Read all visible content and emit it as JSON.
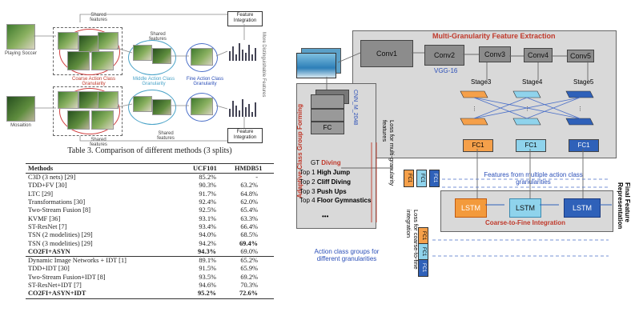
{
  "left_figure": {
    "top_action": "Playing Soccer",
    "bottom_action": "Mosaition",
    "shared_top": "Shared features",
    "shared_bottom": "Shared features",
    "shared_mid": "Shared features",
    "shared_mid2": "Shared features",
    "coarse_label": "Coarse Action Class Granularity",
    "middle_label": "Middle Action Class Granularity",
    "fine_label": "Fine Action Class Granularity",
    "feature_integration_top": "Feature Integration",
    "feature_integration_bottom": "Feature Integration",
    "vertical_label": "More Distinguishable Features"
  },
  "table": {
    "caption": "Table 3. Comparison of different methods (3 splits)",
    "headers": [
      "Methods",
      "UCF101",
      "HMDB51"
    ],
    "rows": [
      {
        "method": "C3D (3 nets) [29]",
        "ucf": "85.2%",
        "hmdb": "-",
        "sep": true,
        "bold": false
      },
      {
        "method": "TDD+FV [30]",
        "ucf": "90.3%",
        "hmdb": "63.2%",
        "sep": false,
        "bold": false
      },
      {
        "method": "LTC [29]",
        "ucf": "91.7%",
        "hmdb": "64.8%",
        "sep": false,
        "bold": false
      },
      {
        "method": "Transformations [30]",
        "ucf": "92.4%",
        "hmdb": "62.0%",
        "sep": false,
        "bold": false
      },
      {
        "method": "Two-Stream Fusion [8]",
        "ucf": "92.5%",
        "hmdb": "65.4%",
        "sep": false,
        "bold": false
      },
      {
        "method": "KVMF [36]",
        "ucf": "93.1%",
        "hmdb": "63.3%",
        "sep": false,
        "bold": false
      },
      {
        "method": "ST-ResNet [7]",
        "ucf": "93.4%",
        "hmdb": "66.4%",
        "sep": false,
        "bold": false
      },
      {
        "method": "TSN (2 modelities) [29]",
        "ucf": "94.0%",
        "hmdb": "68.5%",
        "sep": false,
        "bold": false
      },
      {
        "method": "TSN (3 modelities) [29]",
        "ucf": "94.2%",
        "hmdb": "69.4%",
        "sep": false,
        "bold": false,
        "hmdb_bold": true
      },
      {
        "method": "CO2FI+ASYN",
        "ucf": "94.3%",
        "hmdb": "69.0%",
        "sep": false,
        "bold": true,
        "ucf_bold": true
      },
      {
        "method": "Dynamic Image Networks + IDT [1]",
        "ucf": "89.1%",
        "hmdb": "65.2%",
        "sep": true,
        "bold": false
      },
      {
        "method": "TDD+IDT [30]",
        "ucf": "91.5%",
        "hmdb": "65.9%",
        "sep": false,
        "bold": false
      },
      {
        "method": "Two-Stream Fusion+IDT [8]",
        "ucf": "93.5%",
        "hmdb": "69.2%",
        "sep": false,
        "bold": false
      },
      {
        "method": "ST-ResNet+IDT [7]",
        "ucf": "94.6%",
        "hmdb": "70.3%",
        "sep": false,
        "bold": false
      },
      {
        "method": "CO2FI+ASYN+IDT",
        "ucf": "95.2%",
        "hmdb": "72.6%",
        "sep": false,
        "bold": true,
        "ucf_bold": true,
        "hmdb_bold": true
      }
    ]
  },
  "diagram": {
    "mgfe_title": "Multi-Granularity Feature Extraction",
    "conv1": "Conv1",
    "conv2": "Conv2",
    "conv3": "Conv3",
    "conv4": "Conv4",
    "conv5": "Conv5",
    "vgg": "VGG-16",
    "stage3": "Stage3",
    "stage4": "Stage4",
    "stage5": "Stage5",
    "fc1": "FC1",
    "acgf_title": "Adaptive Class Group Forming",
    "cnn_label": "CNN_M_2048",
    "fc": "FC",
    "gt_label": "GT",
    "gt_value": "Diving",
    "top1": "Top 1",
    "top1_v": "High Jump",
    "top2": "Top 2",
    "top2_v": "Cliff Diving",
    "top3": "Top 3",
    "top3_v": "Push Ups",
    "top4": "Top 4",
    "top4_v": "Floor Gymnastics",
    "dots": "•••",
    "loss_multi": "Loss for multi-granularity features",
    "loss_coarse": "Loss for coarse-to-fine integration",
    "features_note": "Features from multiple action class granularities",
    "c2f_title": "Coarse-to-Fine Integration",
    "lstm": "LSTM",
    "final_rep": "Final Feature Representation",
    "groups_note": "Action class groups for different granularities",
    "fc_small": [
      "FC1",
      "FC1",
      "FC1"
    ],
    "colors": {
      "orange": "#f5a04a",
      "cyan": "#8fd3ec",
      "blue": "#2f61b9",
      "red": "#c0392b"
    }
  }
}
